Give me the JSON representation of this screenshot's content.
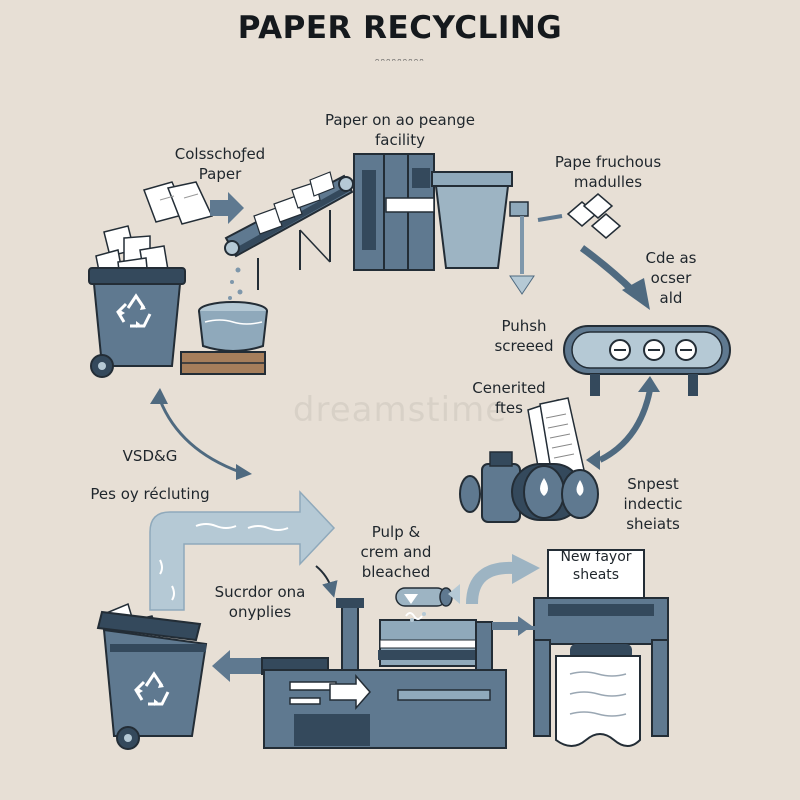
{
  "title": "PAPER RECYCLING",
  "title_sub": "ᵔᵔᵔᵔᵔᵔᵔᵔᵔ",
  "watermark": "dreamstime",
  "labels": {
    "collected_paper": "Colsschoƒed\nPaper",
    "facility": "Paper on ao peange\nfacility",
    "fractions": "Pape fruchous\nmadulles",
    "code": "Cde as\nocser\nald",
    "pulp_screened": "Puhsh\nscreeed",
    "centered": "Cenerited\nftes",
    "vsd": "VSD&G",
    "pes_recycling": "Pes oy récluting",
    "snpest": "Snpest\nindectic\nsheiats",
    "pulp_bleached": "Pulp &\ncrem and\nbleached",
    "sucrdor": "Sucrdor ona\nonyplies",
    "new_paper": "New fayor\nsheats"
  },
  "icons": [
    "recycle-bin-icon",
    "paper-sheets-icon",
    "conveyor-icon",
    "pulp-vat-icon",
    "facility-machine-icon",
    "hopper-tank-icon",
    "screen-machine-icon",
    "chemical-tanks-icon",
    "paper-press-icon",
    "printer-roll-icon",
    "cycle-arrow-icon"
  ],
  "colors": {
    "background": "#e7dfd5",
    "slate": "#5f7990",
    "slate_dark": "#34495c",
    "light_blue": "#b5c9d5",
    "outline": "#232d36",
    "wood": "#a67e5b"
  }
}
